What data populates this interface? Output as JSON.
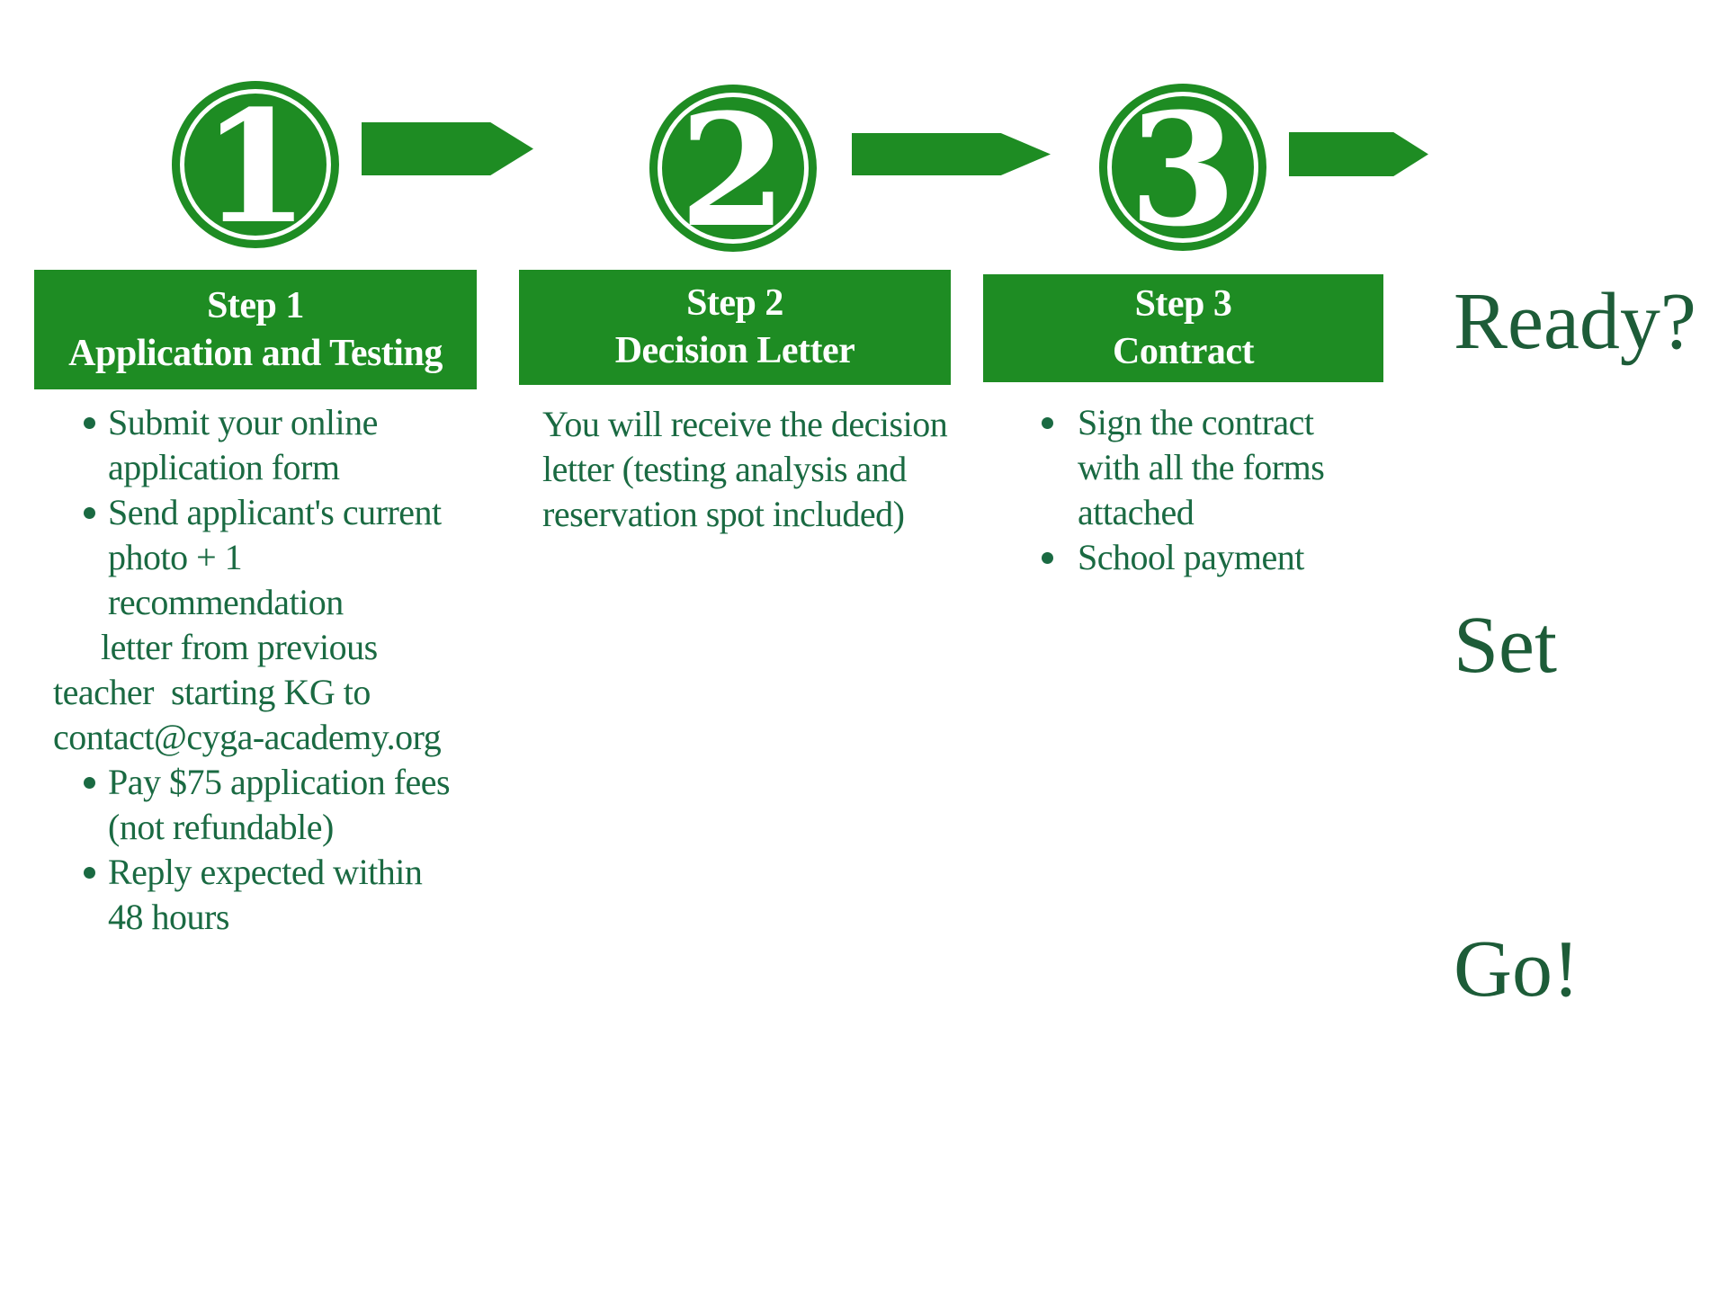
{
  "palette": {
    "green": "#1e8c23",
    "body_text_green": "#1a6a42",
    "headline_green": "#1d5c38",
    "header_text": "#ffffff",
    "background": "#ffffff"
  },
  "badges": [
    "1",
    "2",
    "3"
  ],
  "ready_set_go": [
    "Ready?",
    "Set",
    "Go!"
  ],
  "steps": [
    {
      "title": [
        "Step 1",
        "Application and Testing"
      ],
      "lines": [
        "Submit your online",
        "application form",
        "Send applicant's current",
        "photo + 1",
        "recommendation",
        "letter from previous",
        "teacher  starting KG to",
        "contact@cyga-academy.org",
        "Pay $75 application fees",
        "(not refundable)",
        "Reply expected within",
        "48 hours"
      ]
    },
    {
      "title": [
        "Step 2",
        "Decision Letter"
      ],
      "lines": [
        "You will receive the decision",
        "letter (testing analysis and",
        "reservation spot included)"
      ]
    },
    {
      "title": [
        "Step 3",
        "Contract"
      ],
      "lines": [
        "Sign the contract",
        "with all the forms",
        "attached",
        "School payment"
      ]
    }
  ]
}
